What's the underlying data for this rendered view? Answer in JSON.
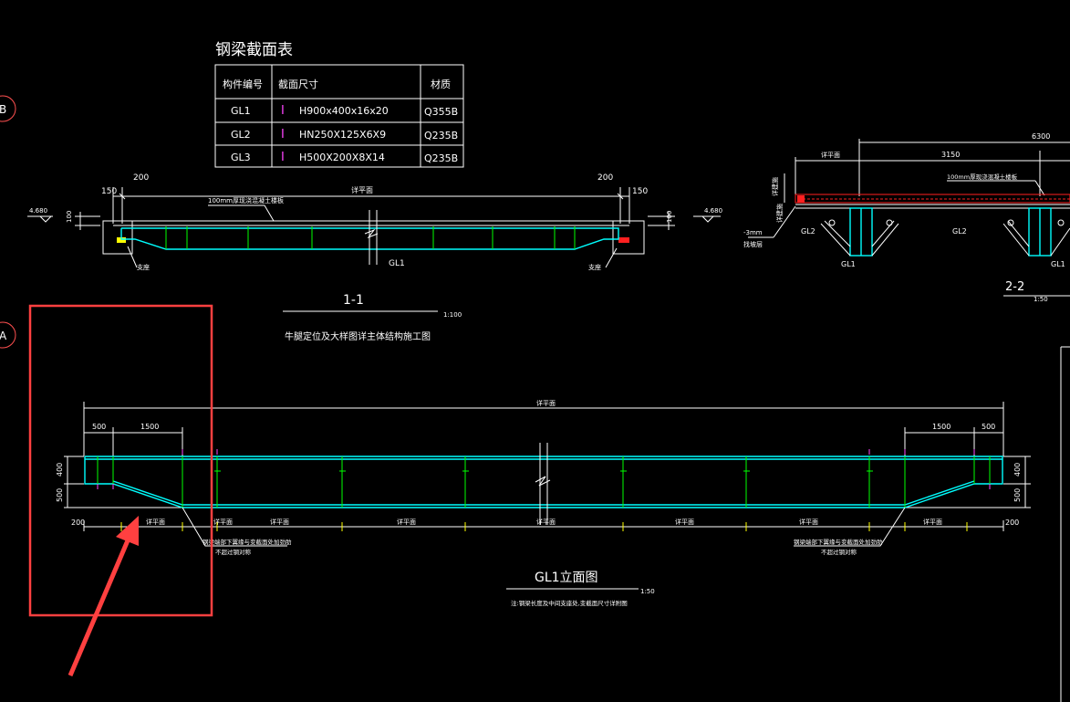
{
  "table": {
    "title": "钢梁截面表",
    "headers": [
      "构件编号",
      "截面尺寸",
      "材质"
    ],
    "rows": [
      {
        "id": "GL1",
        "size": "H900x400x16x20",
        "material": "Q355B"
      },
      {
        "id": "GL2",
        "size": "HN250X125X6X9",
        "material": "Q235B"
      },
      {
        "id": "GL3",
        "size": "H500X200X8X14",
        "material": "Q235B"
      }
    ]
  },
  "grid_markers": {
    "b": "B",
    "a": "A"
  },
  "section11": {
    "dim_left_150": "150",
    "dim_left_200": "200",
    "dim_right_200": "200",
    "dim_right_150": "150",
    "dim_center": "详平面",
    "beam_label": "GL1",
    "elev_left": "4.680",
    "elev_right": "4.680",
    "dim_100_left": "100",
    "dim_100_right": "100",
    "note_top": "100mm厚现浇混凝土楼板",
    "support_left": "支座",
    "support_right": "支座",
    "title": "1-1",
    "scale": "1:100",
    "caption": "牛腿定位及大样图详主体结构施工图"
  },
  "section22": {
    "dim_6300": "6300",
    "dim_3150": "3150",
    "dim_plan": "详平面",
    "note_slab": "100mm厚现浇混凝土楼板",
    "note_left_top": "详建施",
    "note_left_mid": "详建施",
    "note_left_bottom": "-3mm",
    "note_left_bottom2": "找坡层",
    "gl2_a": "GL2",
    "gl2_b": "GL2",
    "gl1_a": "GL1",
    "gl1_b": "GL1",
    "title": "2-2",
    "scale": "1:50"
  },
  "elevation": {
    "dim_overall": "详平面",
    "dim_500_left": "500",
    "dim_1500_left": "1500",
    "dim_1500_right": "1500",
    "dim_500_right": "500",
    "dim_400_left": "400",
    "dim_500_left_v": "500",
    "dim_400_right": "400",
    "dim_500_right_v": "500",
    "dim_200_left": "200",
    "dim_200_right": "200",
    "bottom_dims": [
      "详平面",
      "详平面",
      "详平面",
      "详平面",
      "详平面",
      "详平面",
      "详平面",
      "详平面"
    ],
    "note_left_1": "钢梁端部下翼缘与变截面处加劲肋",
    "note_left_2": "不超过钢对称",
    "note_right_1": "钢梁端部下翼缘与变截面处加劲肋",
    "note_right_2": "不超过钢对称",
    "title": "GL1立面图",
    "scale": "1:50",
    "note": "注:钢梁长度及中间支座处,变截面尺寸详附图"
  },
  "annotation": {
    "highlight_color": "#ff4040",
    "arrow_color": "#ff4040"
  },
  "colors": {
    "background": "#000000",
    "beam": "#00ffff",
    "stiffener": "#00ff00",
    "dimension": "#ffffff",
    "section_mark": "#ff44ff"
  }
}
